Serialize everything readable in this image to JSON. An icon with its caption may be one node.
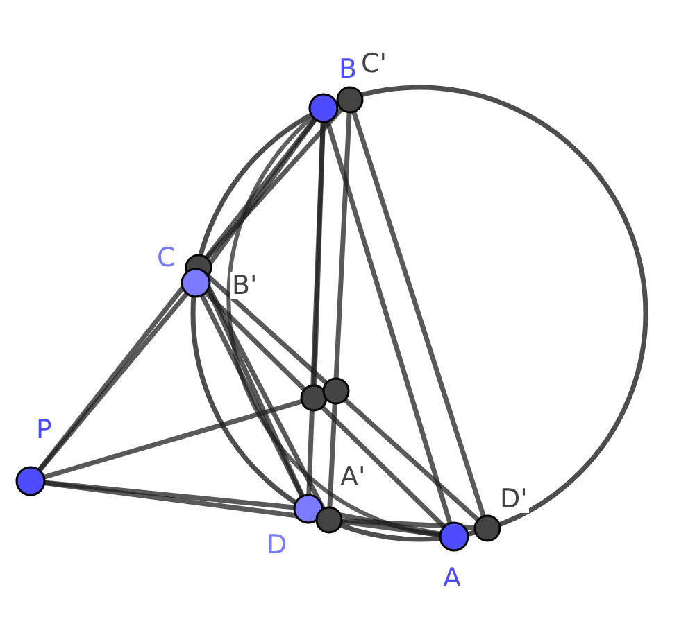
{
  "diagram": {
    "labels": [
      "B",
      "C'",
      "C",
      "B'",
      "P",
      "A'",
      "D",
      "D'",
      "A"
    ]
  }
}
